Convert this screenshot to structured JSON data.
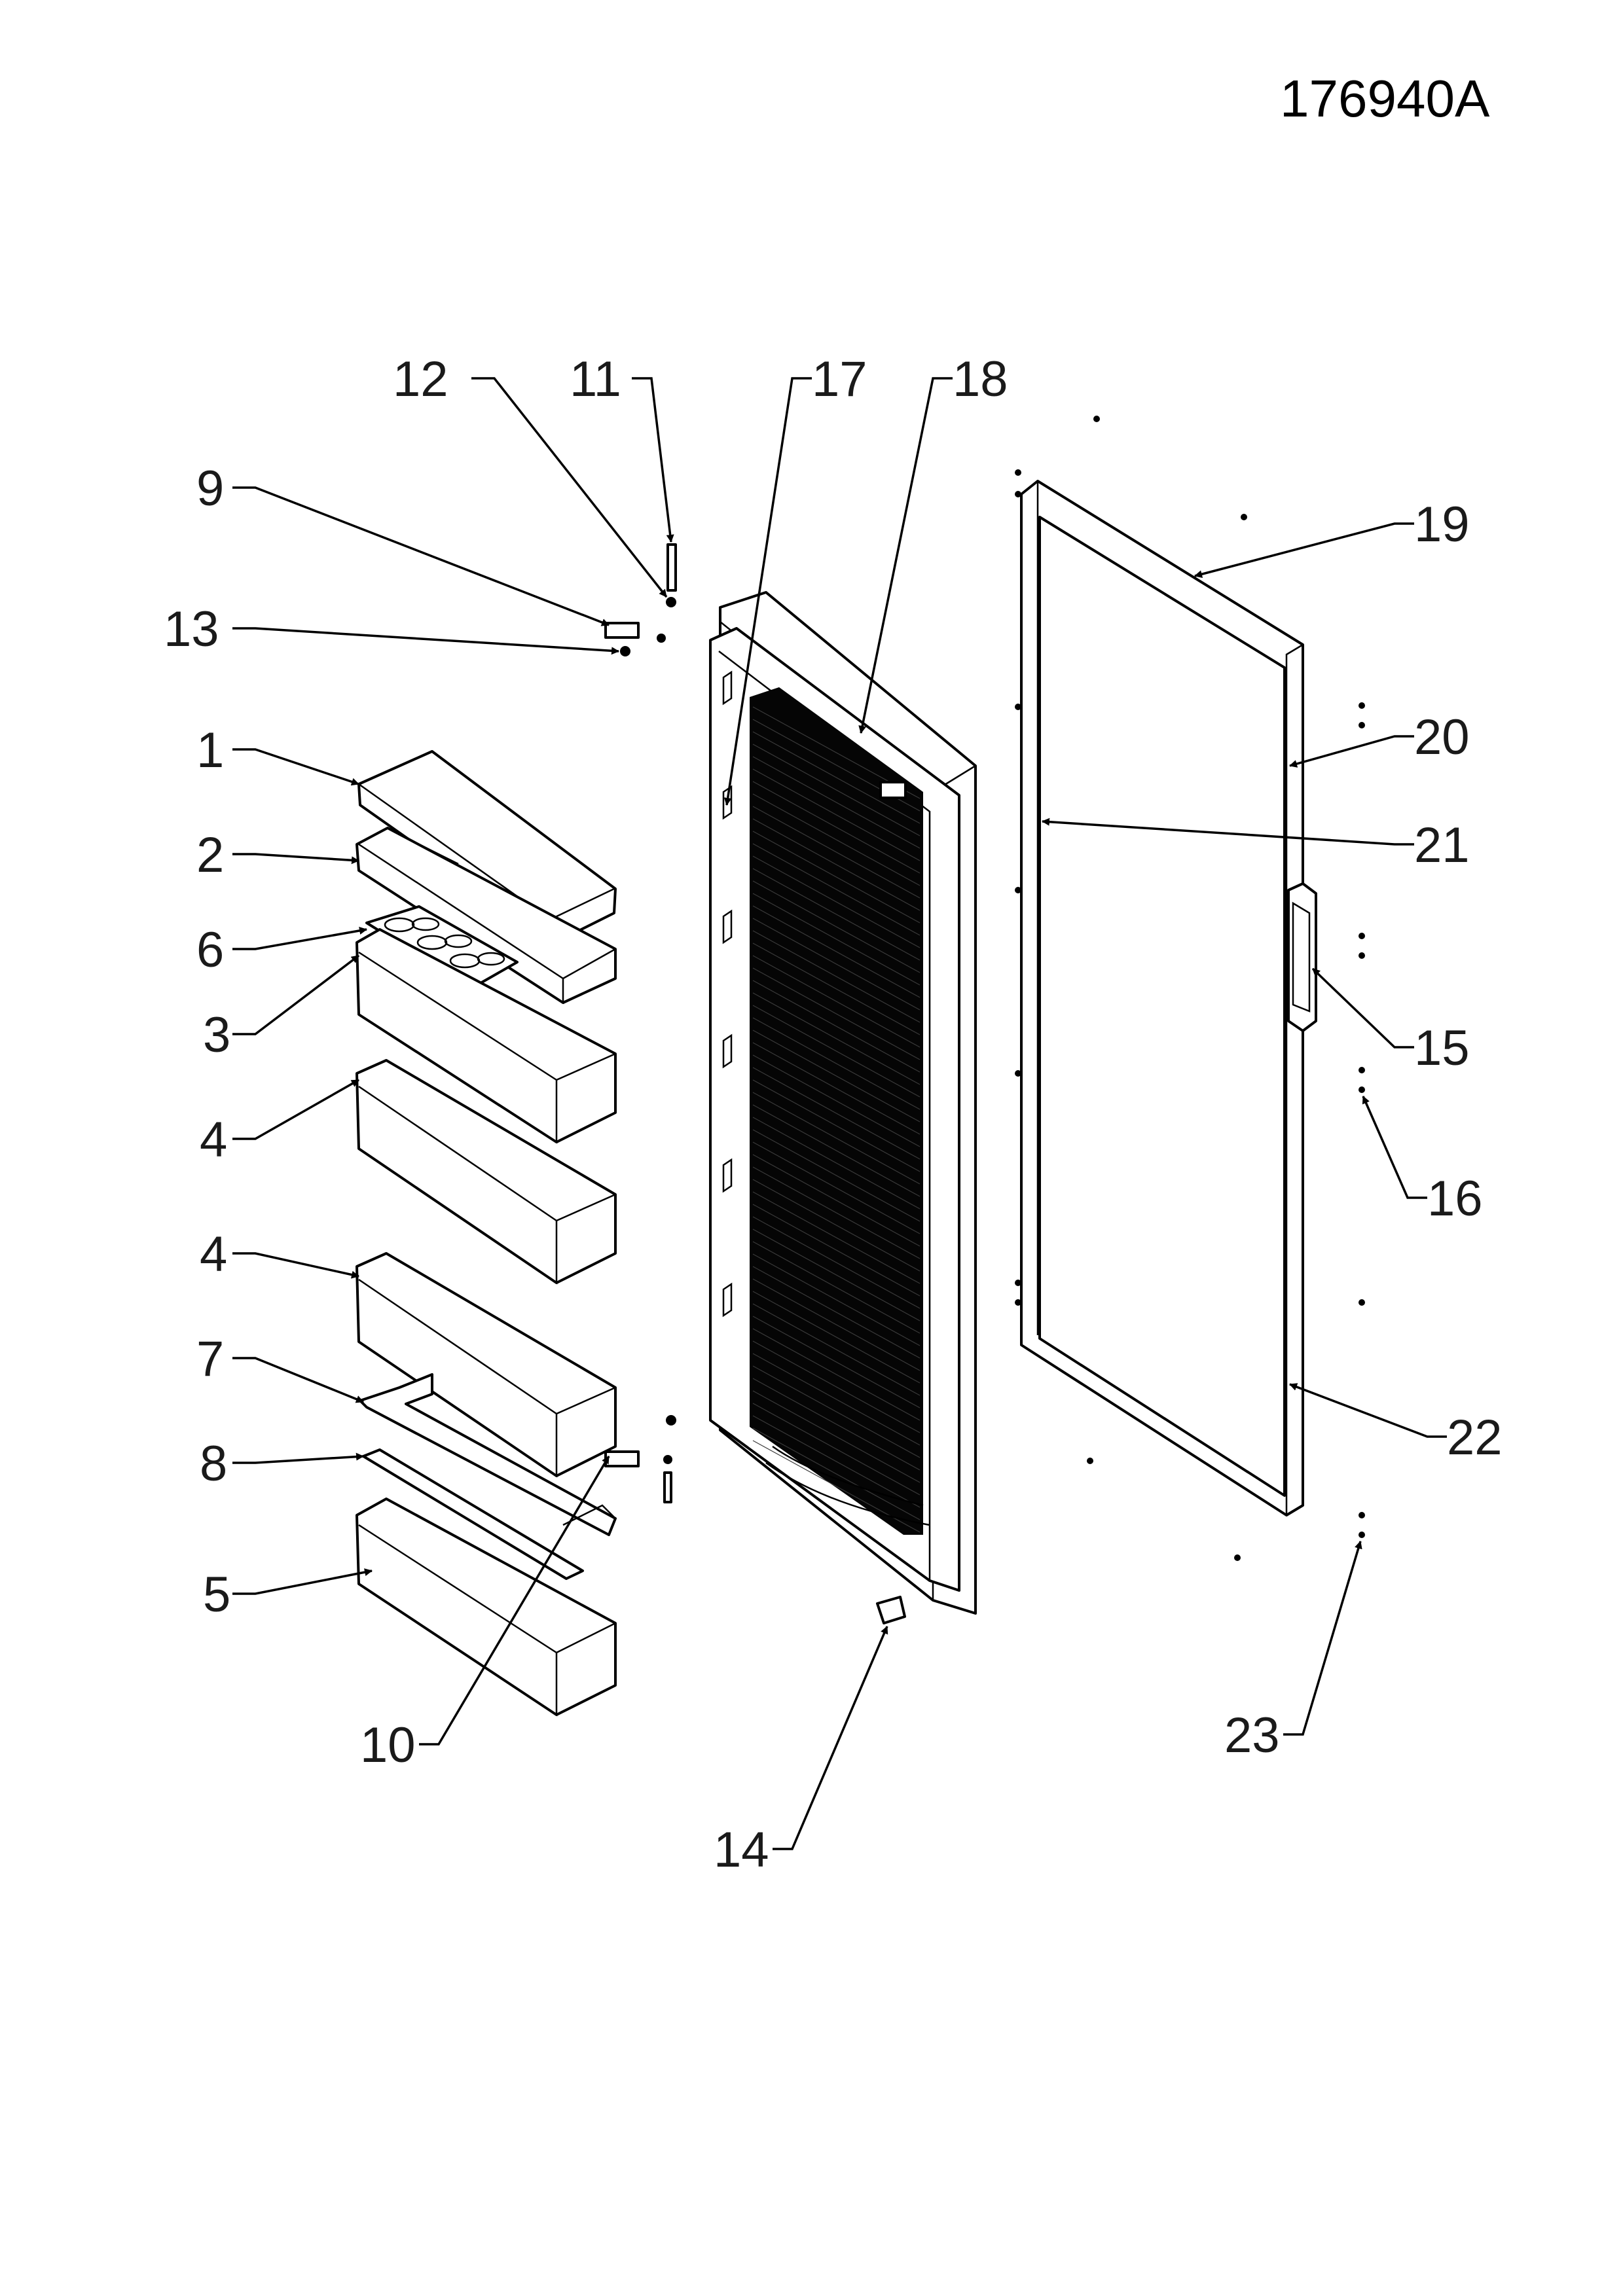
{
  "drawing_code": "176940A",
  "callouts": [
    {
      "id": "c1",
      "text": "1"
    },
    {
      "id": "c2",
      "text": "2"
    },
    {
      "id": "c6",
      "text": "6"
    },
    {
      "id": "c3",
      "text": "3"
    },
    {
      "id": "c4a",
      "text": "4"
    },
    {
      "id": "c4b",
      "text": "4"
    },
    {
      "id": "c7",
      "text": "7"
    },
    {
      "id": "c8",
      "text": "8"
    },
    {
      "id": "c5",
      "text": "5"
    },
    {
      "id": "c9",
      "text": "9"
    },
    {
      "id": "c13",
      "text": "13"
    },
    {
      "id": "c12",
      "text": "12"
    },
    {
      "id": "c11",
      "text": "11"
    },
    {
      "id": "c17",
      "text": "17"
    },
    {
      "id": "c18",
      "text": "18"
    },
    {
      "id": "c19",
      "text": "19"
    },
    {
      "id": "c20",
      "text": "20"
    },
    {
      "id": "c21",
      "text": "21"
    },
    {
      "id": "c15",
      "text": "15"
    },
    {
      "id": "c16",
      "text": "16"
    },
    {
      "id": "c22",
      "text": "22"
    },
    {
      "id": "c23",
      "text": "23"
    },
    {
      "id": "c10",
      "text": "10"
    },
    {
      "id": "c14",
      "text": "14"
    }
  ]
}
